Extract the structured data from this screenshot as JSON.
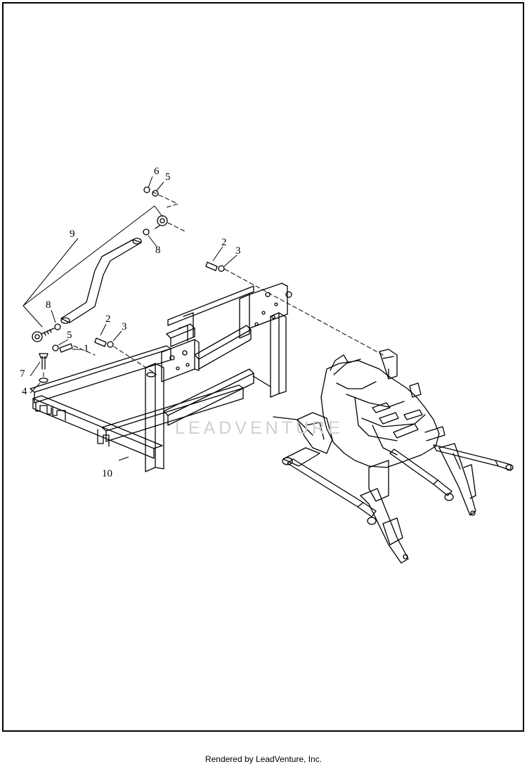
{
  "diagram": {
    "callouts": [
      "1",
      "2",
      "3",
      "4",
      "5",
      "6",
      "7",
      "8",
      "9",
      "10",
      "2",
      "3",
      "5",
      "8"
    ],
    "watermark": "LEADVENTURE",
    "colors": {
      "line": "#000000",
      "background": "#ffffff",
      "watermark": "#d0d0d0"
    }
  },
  "footer": {
    "credit": "Rendered by LeadVenture, Inc."
  }
}
